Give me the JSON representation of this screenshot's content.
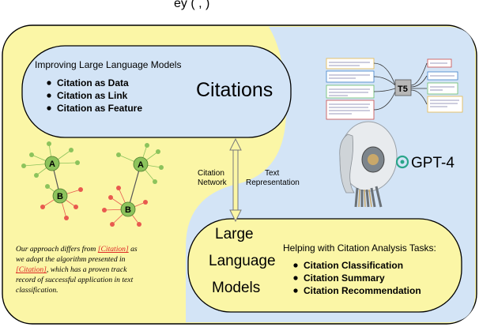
{
  "header_fragment": "ey      (           ,         )",
  "citations_panel": {
    "heading": "Improving Large Language Models",
    "bullets": [
      "Citation as Data",
      "Citation as Link",
      "Citation as Feature"
    ],
    "title": "Citations"
  },
  "llm_panel": {
    "title_lines": [
      "Large",
      "Language",
      "Models"
    ],
    "heading": "Helping with Citation Analysis Tasks:",
    "bullets": [
      "Citation Classification",
      "Citation Summary",
      "Citation Recommendation"
    ]
  },
  "arrow_labels": {
    "left_lines": [
      "Citation",
      "Network"
    ],
    "right_lines": [
      "Text",
      "Representation"
    ]
  },
  "t5": {
    "label": "T5"
  },
  "gpt4": {
    "label": "GPT-4"
  },
  "graph_nodes": {
    "a_label": "A",
    "b_label": "B"
  },
  "quote": {
    "lines": [
      [
        "Our approach differs from ",
        "[Citation]",
        " as"
      ],
      [
        "we adopt the algorithm presented in",
        "",
        ""
      ],
      [
        "",
        "[Citation]",
        ", which has a proven track"
      ],
      [
        "record of successful application in text",
        "",
        ""
      ],
      [
        "classification.",
        "",
        ""
      ]
    ]
  },
  "colors": {
    "yellow_bg": "#fbf6a6",
    "blue_bg": "#d3e4f6",
    "t5_box": "#b7b7b7",
    "gpt_green": "#2aa58a",
    "node_green": "#8cc35c",
    "node_red": "#e85a4f",
    "cite_red": "#d22222"
  }
}
